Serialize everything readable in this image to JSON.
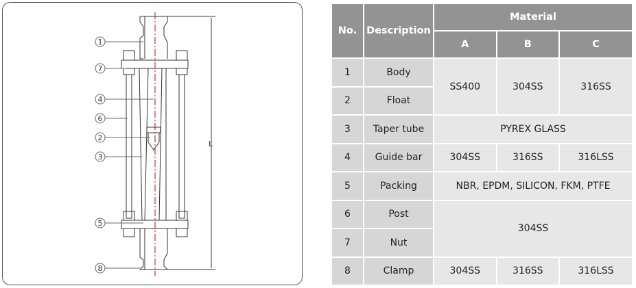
{
  "drawing": {
    "callouts": [
      "1",
      "7",
      "4",
      "6",
      "2",
      "3",
      "5",
      "8"
    ],
    "dimension_label": "L"
  },
  "table": {
    "headers": {
      "no": "No.",
      "description": "Description",
      "material": "Material",
      "a": "A",
      "b": "B",
      "c": "C"
    },
    "rows": [
      {
        "no": "1",
        "description": "Body"
      },
      {
        "no": "2",
        "description": "Float"
      },
      {
        "no": "3",
        "description": "Taper tube"
      },
      {
        "no": "4",
        "description": "Guide bar"
      },
      {
        "no": "5",
        "description": "Packing"
      },
      {
        "no": "6",
        "description": "Post"
      },
      {
        "no": "7",
        "description": "Nut"
      },
      {
        "no": "8",
        "description": "Clamp"
      }
    ],
    "materials": {
      "body_float": [
        "SS400",
        "304SS",
        "316SS"
      ],
      "taper_tube": "PYREX GLASS",
      "guide_bar": [
        "304SS",
        "316SS",
        "316LSS"
      ],
      "packing": "NBR, EPDM, SILICON, FKM, PTFE",
      "post_nut": "304SS",
      "clamp": [
        "304SS",
        "316SS",
        "316LSS"
      ]
    }
  }
}
